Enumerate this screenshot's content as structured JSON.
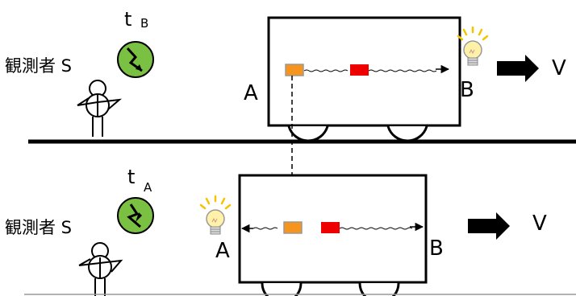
{
  "top_panel": {
    "observer_label": "観測者 S",
    "time_main": "t",
    "time_sub": "B",
    "left_end": "A",
    "right_end": "B",
    "velocity": "V",
    "lamp": "lit-bulb-icon at B"
  },
  "bottom_panel": {
    "observer_label": "観測者 S",
    "time_main": "t",
    "time_sub": "A",
    "left_end": "A",
    "right_end": "B",
    "velocity": "V",
    "lamp": "lit-bulb-icon at A"
  },
  "colors": {
    "orange_marker": "#f7941d",
    "red_marker": "#ee0000",
    "clock_fill": "#7ac143",
    "bulb_glow": "#f5c400",
    "bulb_fill": "#fff2a8"
  },
  "icons": [
    "clock-icon",
    "lit-bulb-icon",
    "right-arrow-icon",
    "observer-icon"
  ]
}
